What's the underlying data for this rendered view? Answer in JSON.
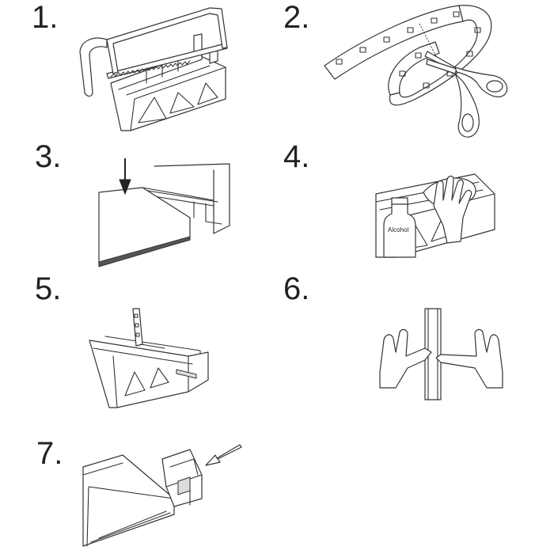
{
  "steps": [
    {
      "number": "1."
    },
    {
      "number": "2."
    },
    {
      "number": "3."
    },
    {
      "number": "4.",
      "bottle_label": "Alcohol"
    },
    {
      "number": "5."
    },
    {
      "number": "6."
    },
    {
      "number": "7."
    }
  ]
}
